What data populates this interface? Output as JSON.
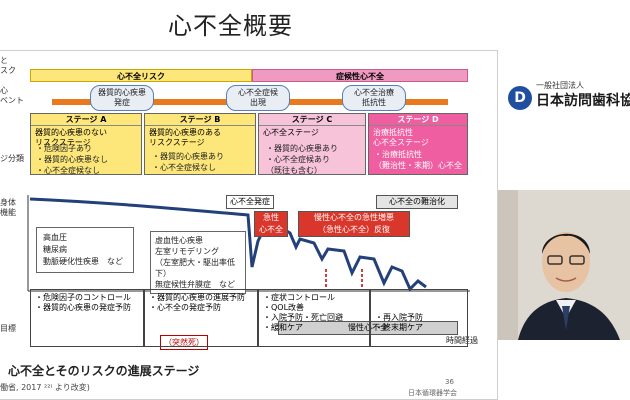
{
  "title": "心不全概要",
  "side_labels": [
    "と",
    "スク",
    "心",
    "ベント",
    "ジ分類"
  ],
  "side_axis": [
    "身体",
    "機能"
  ],
  "bars": {
    "risk": "心不全リスク",
    "symptomatic": "症候性心不全"
  },
  "events": [
    "器質的心疾患\n発症",
    "心不全症候\n出現",
    "心不全治療\n抵抗性"
  ],
  "stages": [
    {
      "head": "ステージ A",
      "body": [
        "器質的心疾患のない",
        "リスクステージ"
      ],
      "items": [
        "・危険因子あり",
        "・器質的心疾患なし",
        "・心不全症候なし"
      ],
      "bg": "#fde77a"
    },
    {
      "head": "ステージ B",
      "body": [
        "器質的心疾患のある",
        "リスクステージ"
      ],
      "items": [
        "・器質的心疾患あり",
        "・心不全症候なし"
      ],
      "bg": "#fde77a"
    },
    {
      "head": "ステージ C",
      "body": [
        "心不全ステージ"
      ],
      "items": [
        "・器質的心疾患あり",
        "・心不全症候あり",
        "（既往も含む）"
      ],
      "bg": "#f7c3d9"
    },
    {
      "head": "ステージ D",
      "body": [
        "治療抵抗性",
        "心不全ステージ"
      ],
      "items": [
        "・治療抵抗性",
        "（難治性・末期）心不全"
      ],
      "bg": "#ee5ea1"
    }
  ],
  "curve_labels": {
    "onset": "心不全発症",
    "acute": "急性\n心不全",
    "aggravation": "慢性心不全の急性増悪\n（急性心不全）反復",
    "refractory": "心不全の難治化",
    "chronic": "慢性心不全",
    "time": "時間経過",
    "sudden": "（突然死）"
  },
  "risk_list": [
    "高血圧",
    "糖尿病",
    "動脈硬化性疾患　など"
  ],
  "disease_list": [
    "虚血性心疾患",
    "左室リモデリング",
    "（左室肥大・駆出率低下）",
    "無症候性弁膜症　など"
  ],
  "goals_label": "目標",
  "goals": [
    [
      "・危険因子のコントロール",
      "・器質的心疾患の発症予防"
    ],
    [
      "・器質的心疾患の進展予防",
      "・心不全の発症予防"
    ],
    [
      "・症状コントロール",
      "・QOL改善",
      "・入院予防・死亡回避",
      "・緩和ケア"
    ],
    [
      "・再入院予防",
      "・終末期ケア"
    ]
  ],
  "caption": "心不全とそのリスクの進展ステージ",
  "citation": "働省, 2017 ²²⁾ より改変)",
  "page_number": "36",
  "society": "日本循環器学会",
  "logo": {
    "small": "一般社団法人",
    "big": "日本訪問歯科協"
  },
  "colors": {
    "accent_orange": "#e8791d",
    "brand_blue": "#1f4f9e",
    "risk_yellow": "#fde77a",
    "stage_pink": "#f7c3d9",
    "stage_magenta": "#ee5ea1",
    "curve_blue": "#23407a"
  }
}
